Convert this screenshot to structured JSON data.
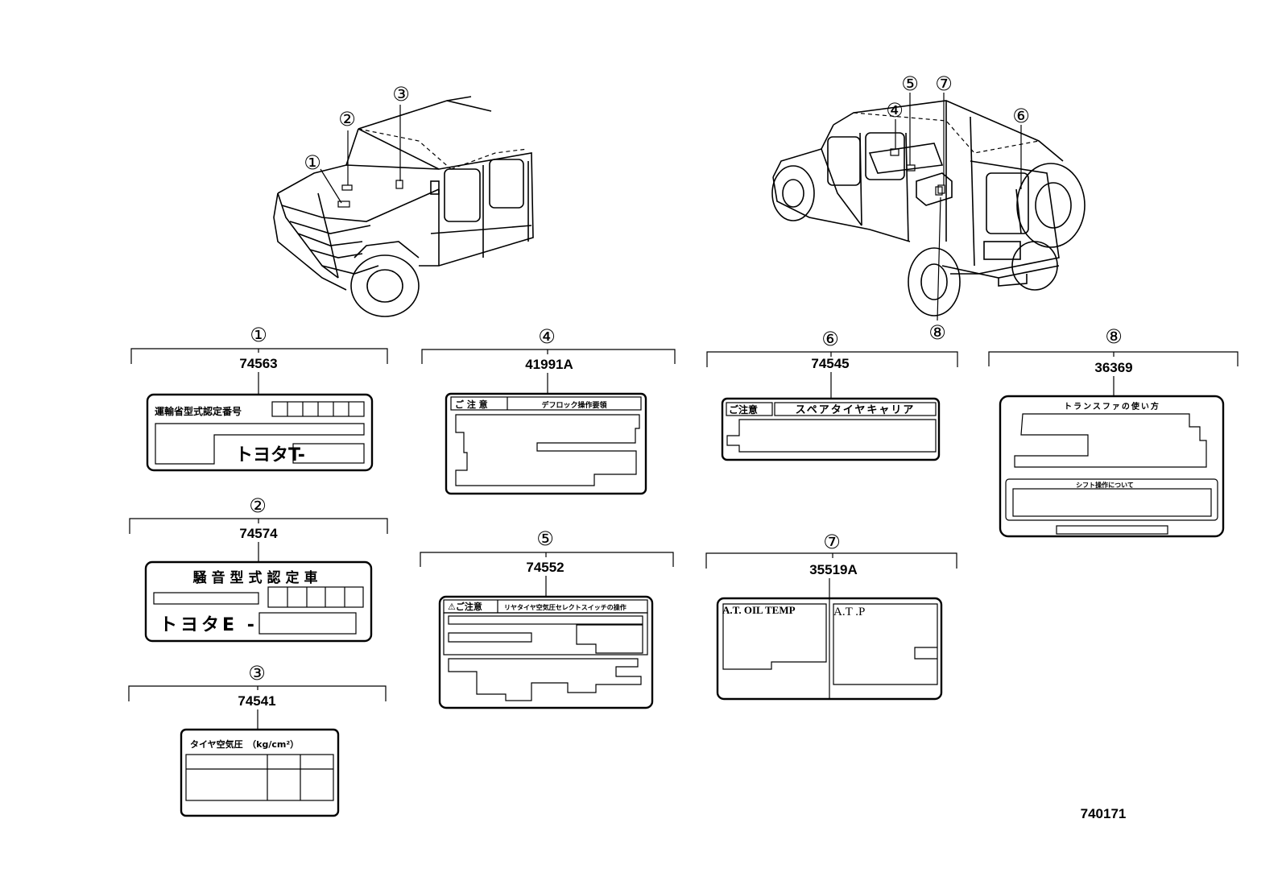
{
  "callouts": {
    "c1": "①",
    "c2": "②",
    "c3": "③",
    "c4": "④",
    "c5": "⑤",
    "c6": "⑥",
    "c7": "⑦",
    "c8": "⑧"
  },
  "parts": {
    "p1": "74563",
    "p2": "74574",
    "p3": "74541",
    "p4": "41991A",
    "p5": "74552",
    "p6": "74545",
    "p7": "35519A",
    "p8": "36369"
  },
  "labels": {
    "l1_title": "運輸省型式認定番号",
    "l1_code": "トヨタT-",
    "l2_title": "騒音型式認定車",
    "l2_code": "トヨタE -",
    "l3_title": "タイヤ空気圧　（kg/cm²）",
    "l4_head": "ご 注 意",
    "l4_title": "デフロック操作要領",
    "l5_head": "⚠ご注意",
    "l5_title": "リヤタイヤ空気圧セレクトスイッチの操作",
    "l6_head": "ご注意",
    "l6_title": "スペアタイヤキャリア",
    "l7_left": "A.T. OIL TEMP",
    "l7_right": "A.T .P",
    "l8_title": "トランスファの使い方",
    "l8_sub": "シフト操作について"
  },
  "diagram_id": "740171"
}
